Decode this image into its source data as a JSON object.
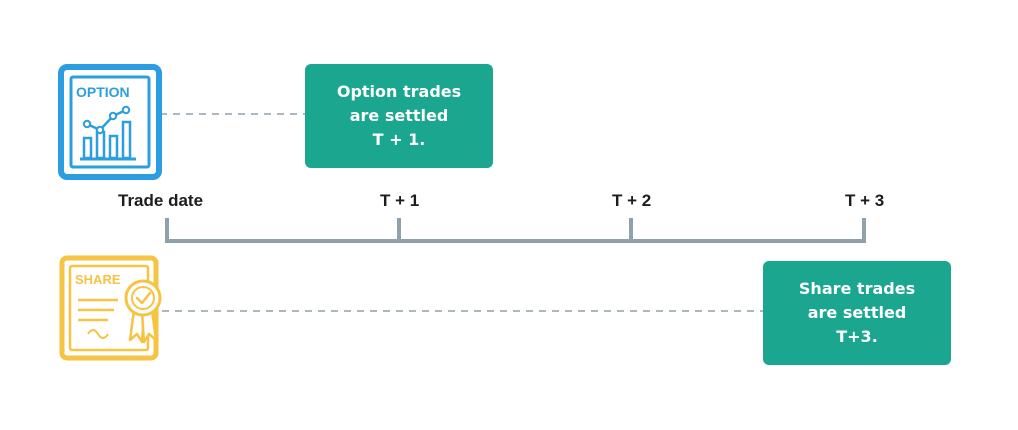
{
  "timeline": {
    "ticks": [
      "Trade date",
      "T + 1",
      "T + 2",
      "T + 3"
    ]
  },
  "option": {
    "icon_label": "OPTION",
    "note_lines": [
      "Option trades",
      "are settled",
      "T + 1."
    ]
  },
  "share": {
    "icon_label": "SHARE",
    "note_lines": [
      "Share trades",
      "are settled",
      "T+3."
    ]
  },
  "colors": {
    "option_icon": "#2a9ee0",
    "share_icon": "#f6c343",
    "note_fill": "#1aa68f",
    "axis": "#8fa1ad",
    "dashed": "#8fa1ad"
  },
  "icons": {
    "option": "option-chart-icon",
    "share": "share-certificate-icon"
  }
}
